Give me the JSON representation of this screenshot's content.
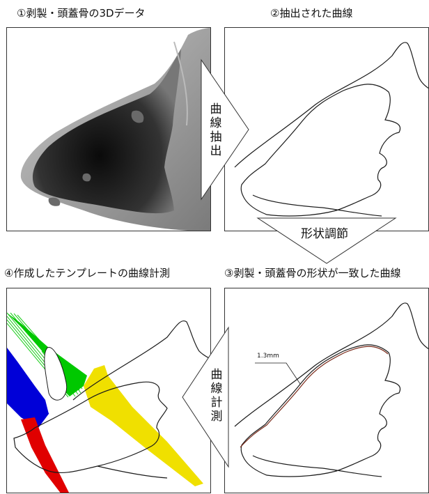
{
  "captions": {
    "step1": "①剥製・頭蓋骨の3Dデータ",
    "step2": "②抽出された曲線",
    "step3": "③剥製・頭蓋骨の形状が一致した曲線",
    "step4": "④作成したテンプレートの曲線計測"
  },
  "arrows": {
    "extract": [
      "曲",
      "線",
      "抽",
      "出"
    ],
    "adjust": "形状調節",
    "measure": [
      "曲",
      "線",
      "計",
      "測"
    ]
  },
  "dimension_label": "1.3mm",
  "colors": {
    "frame": "#333333",
    "curve": "#1a1a1a",
    "curve_fit": "#7a2a1a",
    "green": "#00c800",
    "blue": "#0000d8",
    "yellow": "#f0e000",
    "red": "#e00000"
  }
}
